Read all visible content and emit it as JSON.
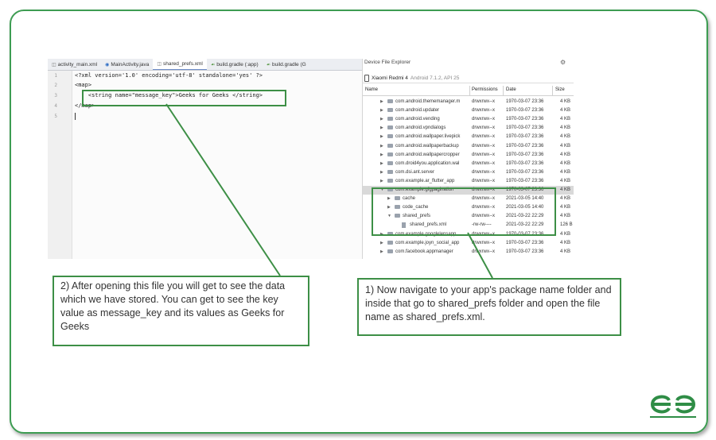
{
  "editor": {
    "tabs": [
      {
        "label": "activity_main.xml",
        "icon": "xml-file-icon"
      },
      {
        "label": "MainActivity.java",
        "icon": "class-file-icon"
      },
      {
        "label": "shared_prefs.xml",
        "icon": "xml-file-icon",
        "active": true
      },
      {
        "label": "build.gradle (:app)",
        "icon": "gradle-icon"
      },
      {
        "label": "build.gradle (G",
        "icon": "gradle-icon"
      }
    ],
    "line_numbers": [
      "1",
      "2",
      "3",
      "4",
      "5"
    ],
    "lines": [
      "<?xml version='1.0' encoding='utf-8' standalone='yes' ?>",
      "<map>",
      "    <string name=\"message_key\">Geeks for Geeks </string>",
      "</map>",
      ""
    ]
  },
  "explorer": {
    "title": "Device File Explorer",
    "device": "Xiaomi Redmi 4",
    "device_sub": "Android 7.1.2, API 25",
    "columns": [
      "Name",
      "Permissions",
      "Date",
      "Size"
    ],
    "rows": [
      {
        "name": "com.android.thememanager.m",
        "perm": "drwxrwx--x",
        "date": "1970-03-07 23:36",
        "size": "4 KB",
        "level": 1,
        "type": "folder",
        "expanded": false
      },
      {
        "name": "com.android.updater",
        "perm": "drwxrwx--x",
        "date": "1970-03-07 23:36",
        "size": "4 KB",
        "level": 1,
        "type": "folder",
        "expanded": false
      },
      {
        "name": "com.android.vending",
        "perm": "drwxrwx--x",
        "date": "1970-03-07 23:36",
        "size": "4 KB",
        "level": 1,
        "type": "folder",
        "expanded": false
      },
      {
        "name": "com.android.vpndialogs",
        "perm": "drwxrwx--x",
        "date": "1970-03-07 23:36",
        "size": "4 KB",
        "level": 1,
        "type": "folder",
        "expanded": false
      },
      {
        "name": "com.android.wallpaper.livepick",
        "perm": "drwxrwx--x",
        "date": "1970-03-07 23:36",
        "size": "4 KB",
        "level": 1,
        "type": "folder",
        "expanded": false
      },
      {
        "name": "com.android.wallpaperbackup",
        "perm": "drwxrwx--x",
        "date": "1970-03-07 23:36",
        "size": "4 KB",
        "level": 1,
        "type": "folder",
        "expanded": false
      },
      {
        "name": "com.android.wallpapercropper",
        "perm": "drwxrwx--x",
        "date": "1970-03-07 23:36",
        "size": "4 KB",
        "level": 1,
        "type": "folder",
        "expanded": false
      },
      {
        "name": "com.droid4you.application.wal",
        "perm": "drwxrwx--x",
        "date": "1970-03-07 23:36",
        "size": "4 KB",
        "level": 1,
        "type": "folder",
        "expanded": false
      },
      {
        "name": "com.dsi.ant.server",
        "perm": "drwxrwx--x",
        "date": "1970-03-07 23:36",
        "size": "4 KB",
        "level": 1,
        "type": "folder",
        "expanded": false
      },
      {
        "name": "com.example.ar_flutter_app",
        "perm": "drwxrwx--x",
        "date": "1970-03-07 23:36",
        "size": "4 KB",
        "level": 1,
        "type": "folder",
        "expanded": false
      },
      {
        "name": "com.example.gfgpagination",
        "perm": "drwxrwx--x",
        "date": "1970-03-07 23:36",
        "size": "4 KB",
        "level": 1,
        "type": "folder",
        "expanded": true,
        "selected": true
      },
      {
        "name": "cache",
        "perm": "drwxrwx--x",
        "date": "2021-03-05 14:40",
        "size": "4 KB",
        "level": 2,
        "type": "folder",
        "expanded": false
      },
      {
        "name": "code_cache",
        "perm": "drwxrwx--x",
        "date": "2021-03-05 14:40",
        "size": "4 KB",
        "level": 2,
        "type": "folder",
        "expanded": false
      },
      {
        "name": "shared_prefs",
        "perm": "drwxrwx--x",
        "date": "2021-03-22 22:29",
        "size": "4 KB",
        "level": 2,
        "type": "folder",
        "expanded": true
      },
      {
        "name": "shared_prefs.xml",
        "perm": "-rw-rw----",
        "date": "2021-03-22 22:29",
        "size": "126 B",
        "level": 3,
        "type": "file"
      },
      {
        "name": "com.example.googlelensapp",
        "perm": "drwxrwx--x",
        "date": "1970-03-07 23:36",
        "size": "4 KB",
        "level": 1,
        "type": "folder",
        "expanded": false
      },
      {
        "name": "com.example.joyn_social_app",
        "perm": "drwxrwx--x",
        "date": "1970-03-07 23:36",
        "size": "4 KB",
        "level": 1,
        "type": "folder",
        "expanded": false
      },
      {
        "name": "com.facebook.appmanager",
        "perm": "drwxrwx--x",
        "date": "1970-03-07 23:36",
        "size": "4 KB",
        "level": 1,
        "type": "folder",
        "expanded": false
      }
    ]
  },
  "callouts": {
    "step2": "2) After opening this file you will get to see the data which we have stored. You can get to see the key value as message_key and its values as Geeks for Geeks",
    "step1": "1) Now navigate to your app's package name folder and inside that go to shared_prefs folder and open the file name as shared_prefs.xml."
  },
  "logo": {
    "name": "geeksforgeeks-logo",
    "text": "GfG"
  },
  "colors": {
    "accent": "#3d8f46",
    "frame": "#3d9c52"
  }
}
